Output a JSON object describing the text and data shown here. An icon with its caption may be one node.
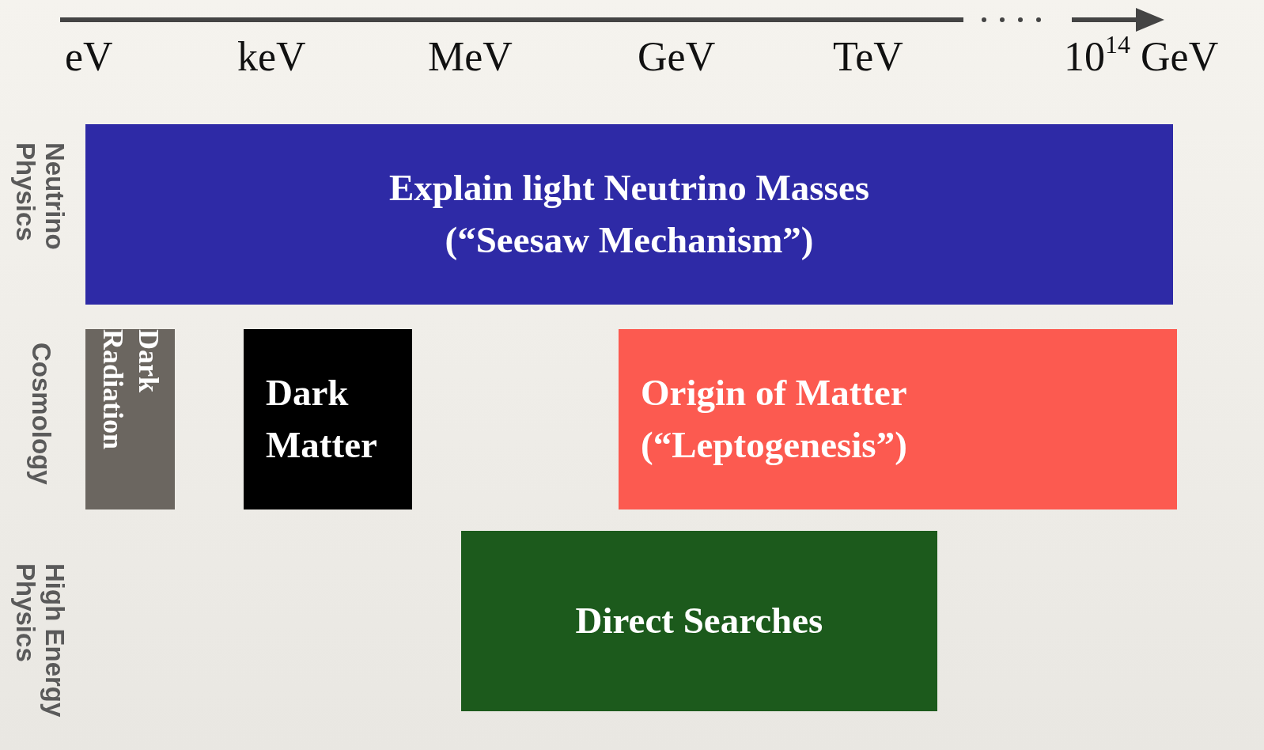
{
  "diagram": {
    "nodes": [
      {
        "text": [
          "Explain light Neutrino Masses (“Seesaw Mechanism”)"
        ]
      },
      {
        "text": [
          "Dark Radiation"
        ]
      },
      {
        "text": [
          "Dark Matter"
        ]
      },
      {
        "text": [
          "Origin of Matter (“Leptogenesis”)"
        ]
      },
      {
        "text": [
          "Direct Searches"
        ]
      }
    ],
    "labels": [
      "eV",
      "keV",
      "MeV",
      "GeV",
      "TeV",
      "10$^{14}$ GeV",
      "Neutrino Physics",
      "Cosmology",
      "High Energy Physics"
    ]
  }
}
